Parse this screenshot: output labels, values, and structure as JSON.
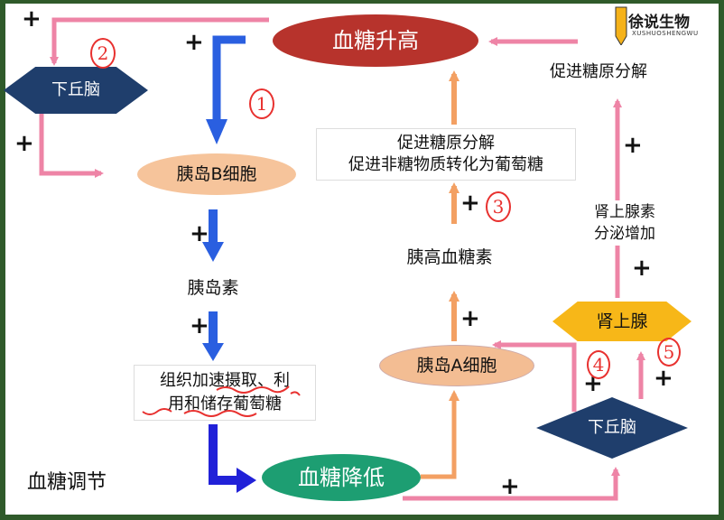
{
  "title": "血糖调节",
  "logo": {
    "text": "徐说生物",
    "sub": "XUSHUOSHENGWU"
  },
  "nodes": {
    "blood_sugar_up": "血糖升高",
    "hypothalamus_left": "下丘脑",
    "beta_cell": "胰岛B细胞",
    "insulin": "胰岛素",
    "tissue_line1": "组织加速摄取、利",
    "tissue_line2": "用和储存葡萄糖",
    "blood_sugar_down": "血糖降低",
    "alpha_cell": "胰岛A细胞",
    "glucagon": "胰高血糖素",
    "effect_line1": "促进糖原分解",
    "effect_line2": "促进非糖物质转化为葡萄糖",
    "hypothalamus_right": "下丘脑",
    "adrenal": "肾上腺",
    "epinephrine_line1": "肾上腺素",
    "epinephrine_line2": "分泌增加",
    "glycogenolysis": "促进糖原分解"
  },
  "signs": {
    "plus": "+"
  },
  "handwritten": {
    "n1": "1",
    "n2": "2",
    "n3": "3",
    "n4": "4",
    "n5": "5"
  },
  "colors": {
    "pink": "#ee84a6",
    "orange": "#f3a063",
    "blue": "#2a5fe0",
    "darkblue": "#1f3e6c",
    "red": "#b7332c",
    "green": "#1d9e72"
  }
}
